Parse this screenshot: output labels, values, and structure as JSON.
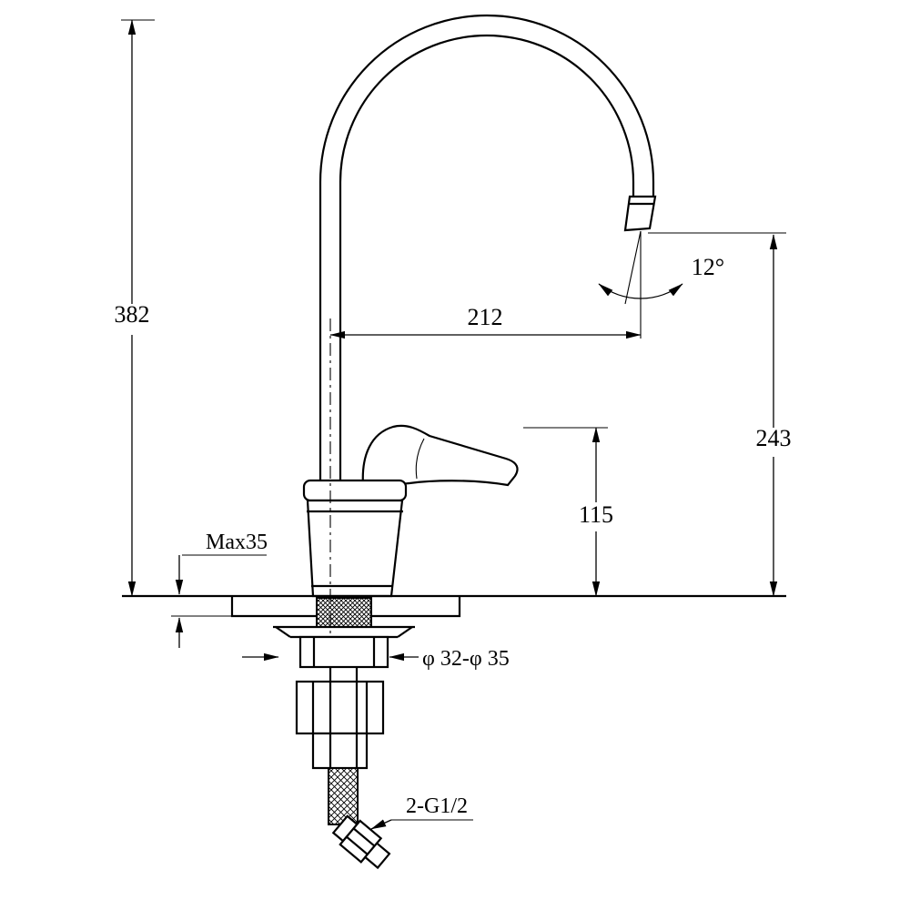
{
  "drawing": {
    "background_color": "#ffffff",
    "line_color": "#000000",
    "labels": {
      "overall_height": "382",
      "spout_reach": "212",
      "spout_angle": "12°",
      "outlet_height": "243",
      "body_height": "115",
      "max_deck_thickness": "Max35",
      "hole_diameter": "φ 32-φ 35",
      "inlet_connection": "2-G1/2"
    }
  }
}
